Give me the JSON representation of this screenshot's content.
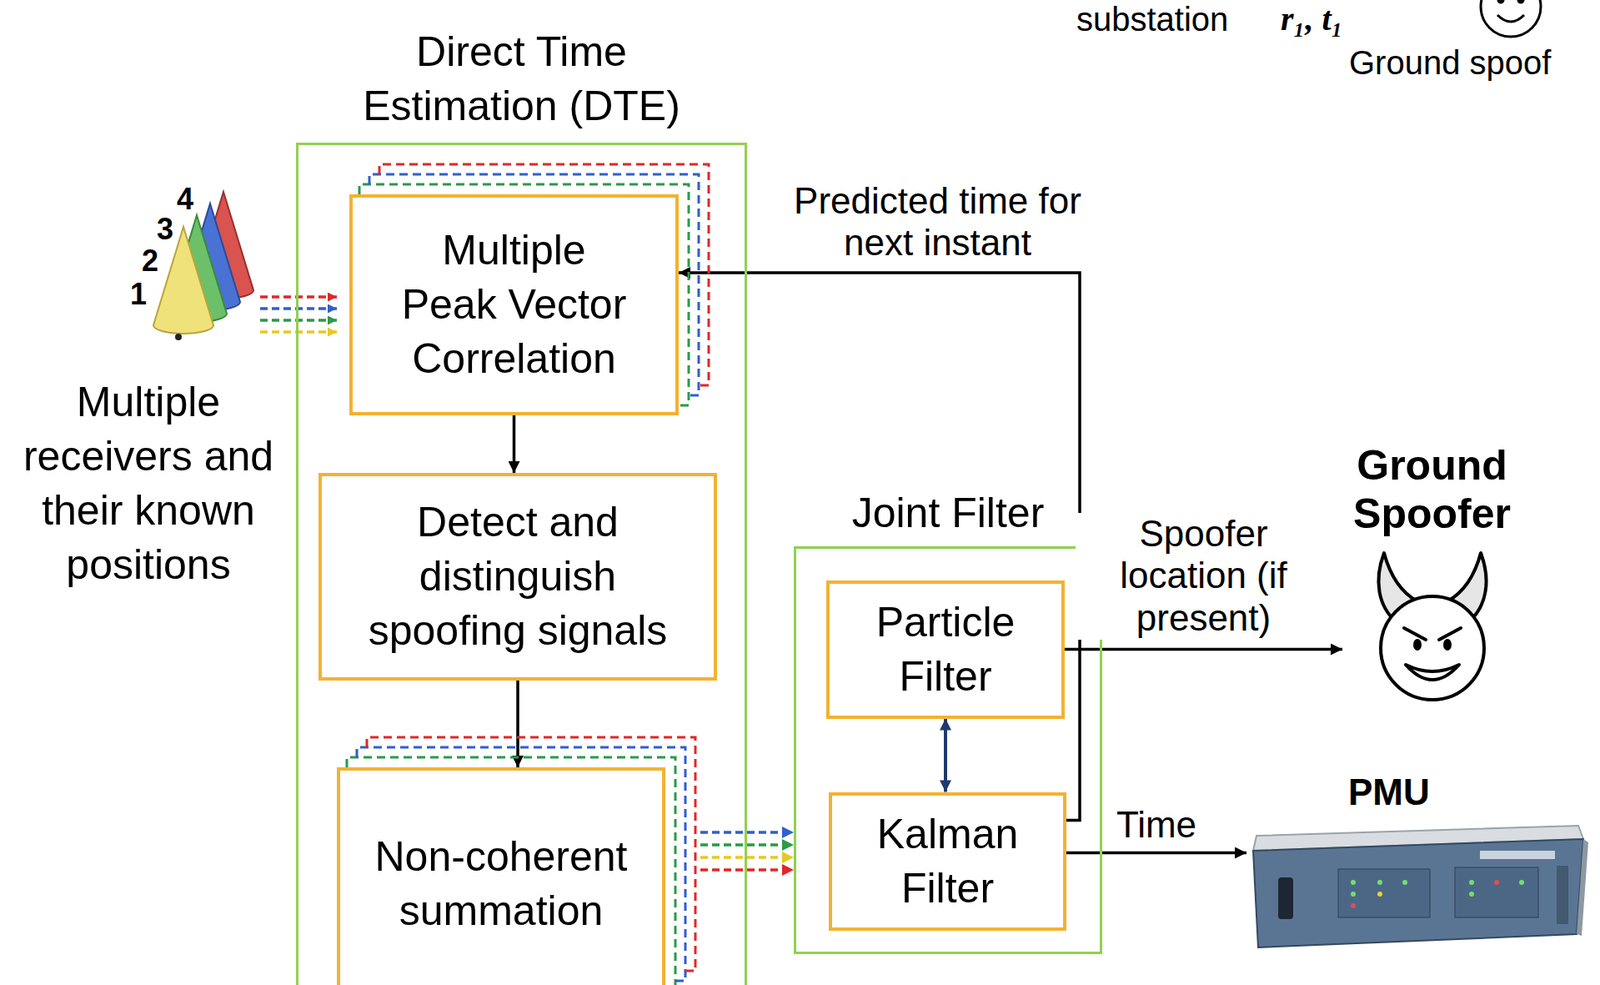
{
  "diagram": {
    "nodes": [
      {
        "text": [
          "Direct Time Estimation (DTE)"
        ]
      },
      {
        "text": [
          "Multiple Peak Vector Correlation"
        ],
        "in": 0
      },
      {
        "text": [
          "Detect and distinguish spoofing signals"
        ],
        "in": 0
      },
      {
        "text": [
          "Non-coherent summation"
        ],
        "in": 0
      },
      {
        "text": [
          "Joint Filter"
        ]
      },
      {
        "text": [
          "Particle Filter"
        ],
        "in": 4
      },
      {
        "text": [
          "Kalman Filter"
        ],
        "in": 4
      },
      {
        "text": [
          "Ground Spoofer"
        ]
      },
      {
        "text": [
          "PMU"
        ]
      }
    ],
    "edges": [
      {
        "from": 1,
        "to": 2,
        "arrow": "to"
      },
      {
        "from": 2,
        "to": 3,
        "arrow": "to"
      },
      {
        "from": 3,
        "to": 4,
        "arrow": "to"
      },
      {
        "from": 5,
        "to": 6,
        "arrow": "both"
      },
      {
        "from": 6,
        "to": 1,
        "label": "Predicted time for next instant",
        "arrow": "to"
      },
      {
        "from": 5,
        "to": 7,
        "label": "Spoofer location (if present)",
        "arrow": "to"
      },
      {
        "from": 6,
        "to": 8,
        "label": "Time",
        "arrow": "to"
      }
    ],
    "labels": [
      "substation",
      "r₁, t₁",
      "Ground spoof",
      "1",
      "2",
      "3",
      "4",
      "Multiple receivers and their known positions"
    ]
  }
}
